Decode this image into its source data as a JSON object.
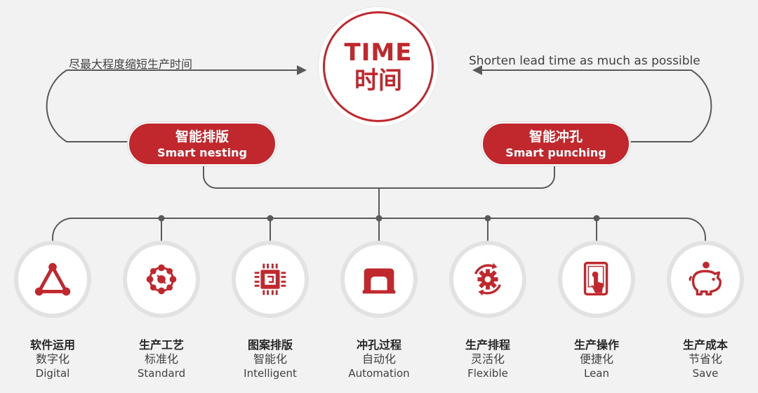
{
  "center": {
    "title_en": "TIME",
    "title_zh": "时间"
  },
  "captions": {
    "left": "尽最大程度缩短生产时间",
    "right": "Shorten lead time as much as possible"
  },
  "pills": {
    "left": {
      "zh": "智能排版",
      "en": "Smart nesting"
    },
    "right": {
      "zh": "智能冲孔",
      "en": "Smart punching"
    }
  },
  "features": [
    {
      "title": "软件运用",
      "sub": "数字化",
      "en": "Digital",
      "icon": "triangle-nodes-icon"
    },
    {
      "title": "生产工艺",
      "sub": "标准化",
      "en": "Standard",
      "icon": "molecule-icon"
    },
    {
      "title": "图案排版",
      "sub": "智能化",
      "en": "Intelligent",
      "icon": "chip-icon"
    },
    {
      "title": "冲孔过程",
      "sub": "自动化",
      "en": "Automation",
      "icon": "punch-press-icon"
    },
    {
      "title": "生产排程",
      "sub": "灵活化",
      "en": "Flexible",
      "icon": "gear-cycle-icon"
    },
    {
      "title": "生产操作",
      "sub": "便捷化",
      "en": "Lean",
      "icon": "tablet-touch-icon"
    },
    {
      "title": "生产成本",
      "sub": "节省化",
      "en": "Save",
      "icon": "piggy-bank-icon"
    }
  ],
  "colors": {
    "accent": "#c0282d",
    "line": "#555555",
    "background": "#f2f2f2"
  }
}
